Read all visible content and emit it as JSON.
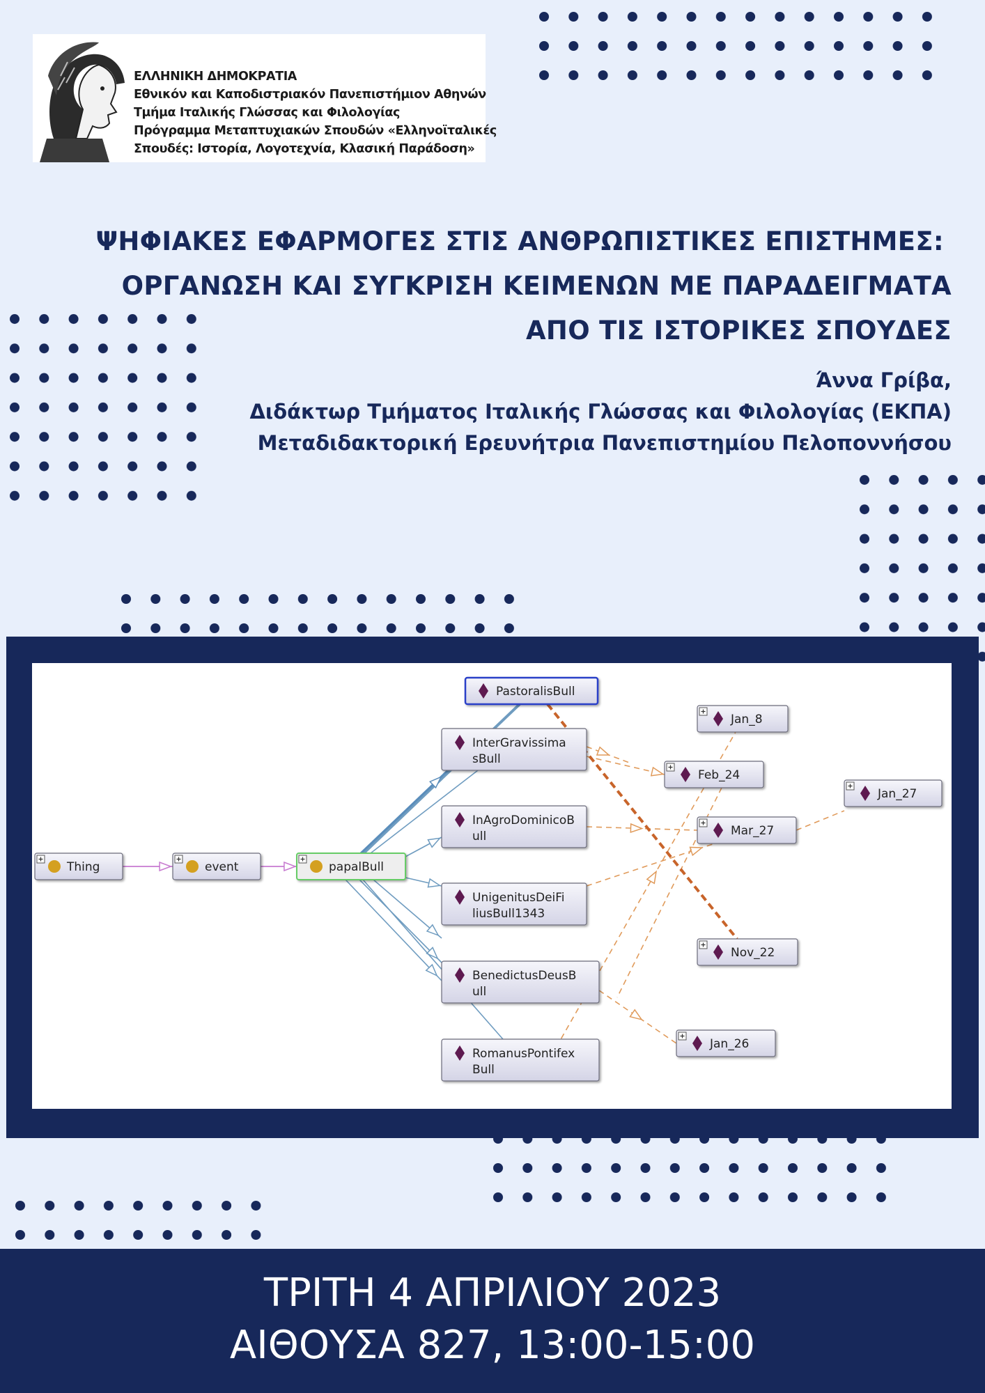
{
  "header": {
    "lines": [
      "ΕΛΛΗΝΙΚΗ ΔΗΜΟΚΡΑΤΙΑ",
      "Εθνικόν και Καποδιστριακόν Πανεπιστήμιον Αθηνών",
      "Τμήμα Ιταλικής Γλώσσας και Φιλολογίας",
      "Πρόγραμμα Μεταπτυχιακών Σπουδών «Ελληνοϊταλικές",
      "Σπουδές: Ιστορία, Λογοτεχνία, Κλασική Παράδοση»"
    ]
  },
  "title": {
    "line1": "ΨΗΦΙΑΚΕΣ ΕΦΑΡΜΟΓΕΣ ΣΤΙΣ ΑΝΘΡΩΠΙΣΤΙΚΕΣ ΕΠΙΣΤΗΜΕΣ:",
    "line2": "ΟΡΓΑΝΩΣΗ ΚΑΙ ΣΥΓΚΡΙΣΗ ΚΕΙΜΕΝΩΝ ΜΕ ΠΑΡΑΔΕΙΓΜΑΤΑ",
    "line3": "ΑΠΟ ΤΙΣ ΙΣΤΟΡΙΚΕΣ ΣΠΟΥΔΕΣ"
  },
  "author": {
    "name": "Άννα Γρίβα,",
    "role1": "Διδάκτωρ Τμήματος Ιταλικής Γλώσσας και Φιλολογίας (ΕΚΠΑ)",
    "role2": "Μεταδιδακτορική Ερευνήτρια Πανεπιστημίου Πελοποννήσου"
  },
  "graph": {
    "nodes": [
      {
        "id": "thing",
        "label": "Thing",
        "kind": "class"
      },
      {
        "id": "event",
        "label": "event",
        "kind": "class"
      },
      {
        "id": "papal",
        "label": "papalBull",
        "kind": "class"
      },
      {
        "id": "pastoralis",
        "label": "PastoralisBull",
        "kind": "individual"
      },
      {
        "id": "intergrav",
        "label": "InterGravissima sBull",
        "kind": "individual"
      },
      {
        "id": "inagro",
        "label": "InAgroDominicoB ull",
        "kind": "individual"
      },
      {
        "id": "unigenitus",
        "label": "UnigenitusDeiFi liusBull1343",
        "kind": "individual"
      },
      {
        "id": "benedictus",
        "label": "BenedictusDeusB ull",
        "kind": "individual"
      },
      {
        "id": "romanus",
        "label": "RomanusPontifex Bull",
        "kind": "individual"
      },
      {
        "id": "jan8",
        "label": "Jan_8",
        "kind": "individual"
      },
      {
        "id": "feb24",
        "label": "Feb_24",
        "kind": "individual"
      },
      {
        "id": "mar27",
        "label": "Mar_27",
        "kind": "individual"
      },
      {
        "id": "jan27",
        "label": "Jan_27",
        "kind": "individual"
      },
      {
        "id": "nov22",
        "label": "Nov_22",
        "kind": "individual"
      },
      {
        "id": "jan26",
        "label": "Jan_26",
        "kind": "individual"
      }
    ],
    "colors": {
      "class_dot": "#d4a020",
      "individual_diamond": "#5e1a50",
      "subclass_edge": "#c77ad0",
      "instance_edge": "#6f9cc0",
      "date_edge": "#e09a5a",
      "highlight_edge": "#c8642a",
      "selected_border": "#2a3fc8",
      "papal_border": "#66cc66"
    }
  },
  "footer": {
    "line1": "ΤΡΙΤΗ 4 ΑΠΡΙΛΙΟΥ 2023",
    "line2": "ΑΙΘΟΥΣΑ 827, 13:00-15:00"
  }
}
